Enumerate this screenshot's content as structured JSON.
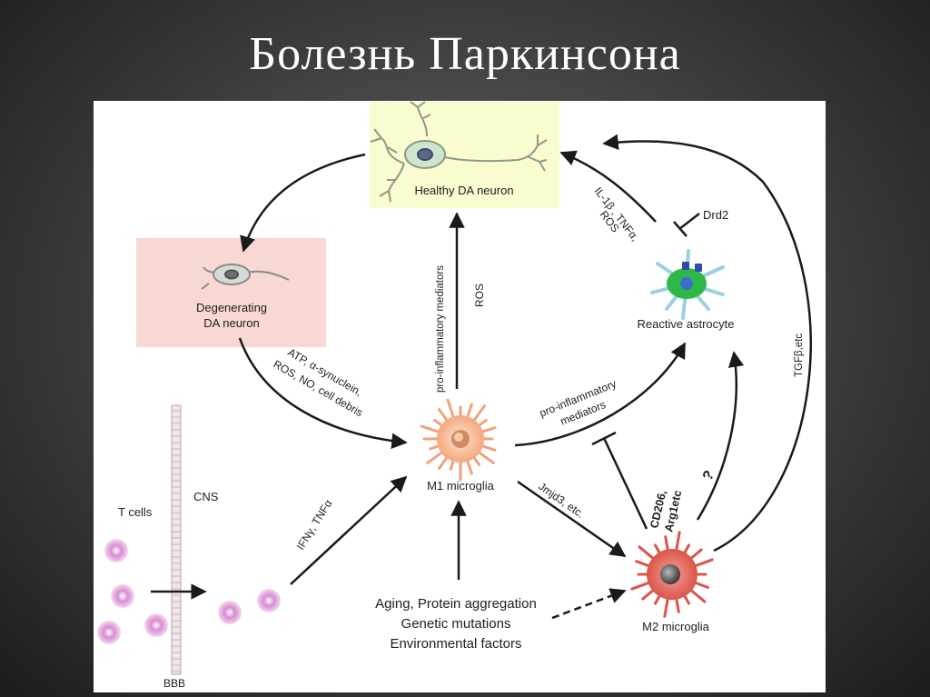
{
  "slide": {
    "title": "Болезнь Паркинсона"
  },
  "labels": {
    "healthy_neuron": "Healthy DA neuron",
    "degenerating_line1": "Degenerating",
    "degenerating_line2": "DA neuron",
    "reactive_astrocyte": "Reactive astrocyte",
    "m1": "M1 microglia",
    "m2": "M2 microglia",
    "t_cells": "T cells",
    "cns": "CNS",
    "bbb": "BBB",
    "damp_line1": "ATP, α-synuclein,",
    "damp_line2": "ROS, NO, cell debris",
    "ifn": "IFNγ, TNFα",
    "pro_inflam_vertical": "pro-inflammatory mediators",
    "ros": "ROS",
    "pro_inflam_line1": "pro-inflammatory",
    "pro_inflam_line2": "mediators",
    "cytokines_line1": "IL-1β , TNFα,",
    "cytokines_line2": "ROS",
    "drd2": "Drd2",
    "cd206_line1": "CD206,",
    "cd206_line2": "Arg1etc",
    "jmjd3": "Jmjd3, etc.",
    "question": "?",
    "tgf": "TGFβ,etc",
    "factors_line1": "Aging, Protein aggregation",
    "factors_line2": "Genetic mutations",
    "factors_line3": "Environmental factors"
  },
  "colors": {
    "healthy_box": "#fbfbd0",
    "degenerating_box": "#f8d8d2",
    "m1_cell": "#f2b28e",
    "m2_cell": "#e0665a",
    "astrocyte": "#2eb84a",
    "t_cell": "#cf72c4",
    "arrow": "#1a1a1a"
  },
  "icons": [
    "neuron-icon",
    "degenerating-neuron-icon",
    "astrocyte-icon",
    "m1-microglia-icon",
    "m2-microglia-icon",
    "t-cell-icon",
    "bbb-barrier"
  ]
}
